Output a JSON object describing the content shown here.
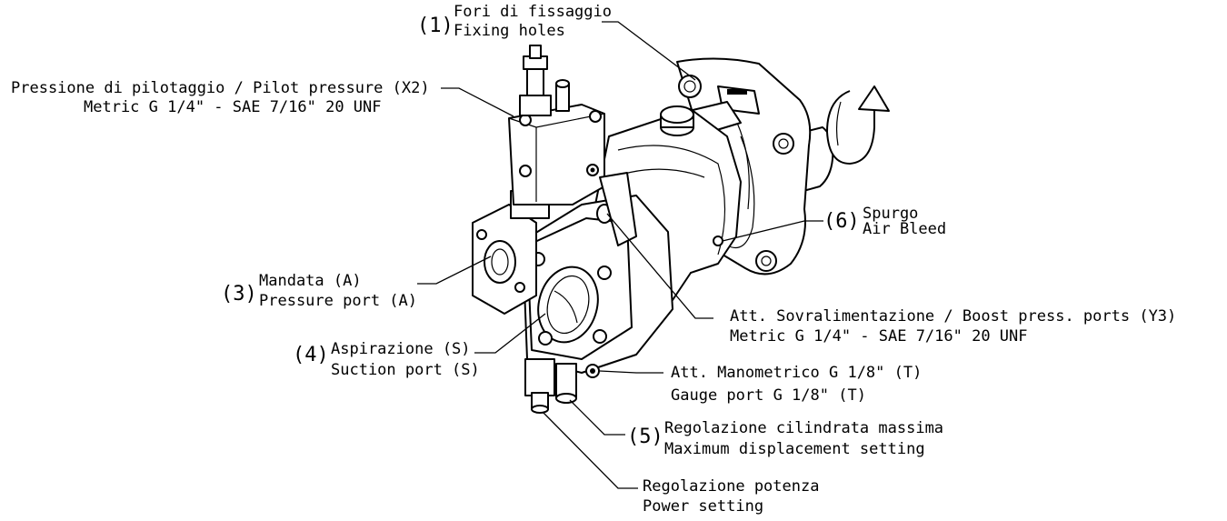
{
  "callouts": [
    {
      "id": "fixing-holes",
      "number": "(1)",
      "line1": "Fori di fissaggio",
      "line2": "Fixing holes"
    },
    {
      "id": "pilot-pressure",
      "number": "",
      "line1": "Pressione di pilotaggio / Pilot pressure (X2)",
      "line2": "Metric G 1/4\" - SAE 7/16\" 20 UNF"
    },
    {
      "id": "pressure-port",
      "number": "(3)",
      "line1": "Mandata (A)",
      "line2": "Pressure port (A)"
    },
    {
      "id": "suction-port",
      "number": "(4)",
      "line1": "Aspirazione (S)",
      "line2": "Suction port (S)"
    },
    {
      "id": "air-bleed",
      "number": "(6)",
      "line1": "Spurgo",
      "line2": "Air Bleed"
    },
    {
      "id": "boost-ports",
      "number": "",
      "line1": "Att. Sovralimentazione / Boost press. ports (Y3)",
      "line2": "Metric G 1/4\" - SAE 7/16\" 20 UNF"
    },
    {
      "id": "gauge-port",
      "number": "",
      "line1": "Att. Manometrico G 1/8\" (T)",
      "line2": "Gauge port G 1/8\" (T)"
    },
    {
      "id": "max-displacement",
      "number": "(5)",
      "line1": "Regolazione cilindrata massima",
      "line2": "Maximum displacement setting"
    },
    {
      "id": "power-setting",
      "number": "",
      "line1": "Regolazione potenza",
      "line2": "Power setting"
    }
  ]
}
